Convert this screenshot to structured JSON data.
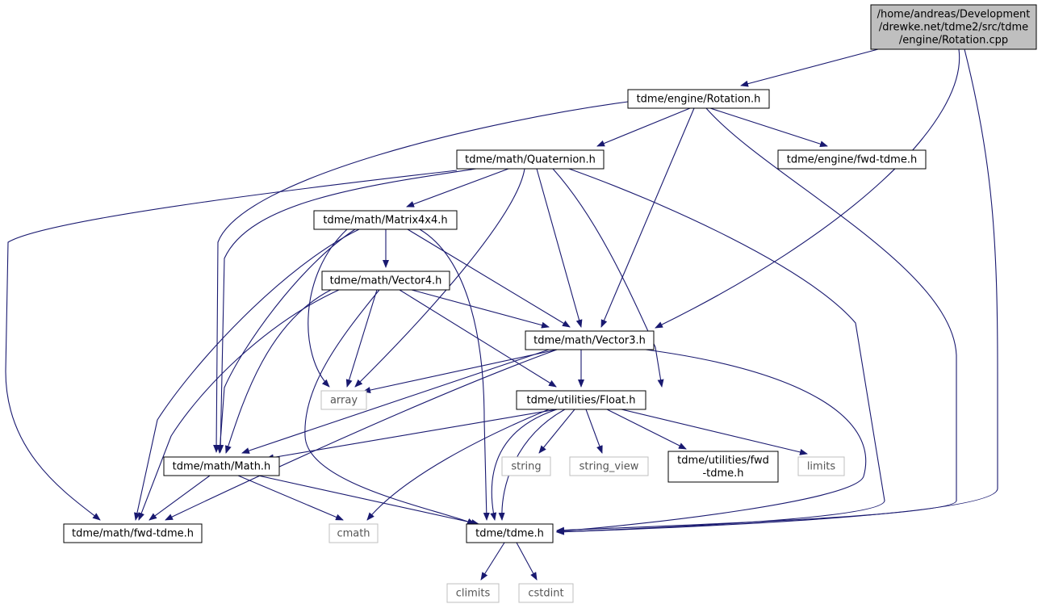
{
  "colors": {
    "edge": "#191970",
    "node_border": "#000000",
    "node_gray_border": "#bfbfbf",
    "root_fill": "#bfbfbf",
    "text": "#000000",
    "gray_text": "#555555"
  },
  "nodes": {
    "root": [
      "/home/andreas/Development",
      "/drewke.net/tdme2/src/tdme",
      "/engine/Rotation.cpp"
    ],
    "rotation": [
      "tdme/engine/Rotation.h"
    ],
    "quaternion": [
      "tdme/math/Quaternion.h"
    ],
    "engine_fwd": [
      "tdme/engine/fwd-tdme.h"
    ],
    "matrix": [
      "tdme/math/Matrix4x4.h"
    ],
    "vector4": [
      "tdme/math/Vector4.h"
    ],
    "vector3": [
      "tdme/math/Vector3.h"
    ],
    "array": [
      "array"
    ],
    "float": [
      "tdme/utilities/Float.h"
    ],
    "math": [
      "tdme/math/Math.h"
    ],
    "string": [
      "string"
    ],
    "string_view": [
      "string_view"
    ],
    "util_fwd": [
      "tdme/utilities/fwd",
      "-tdme.h"
    ],
    "limits": [
      "limits"
    ],
    "math_fwd": [
      "tdme/math/fwd-tdme.h"
    ],
    "cmath": [
      "cmath"
    ],
    "tdme": [
      "tdme/tdme.h"
    ],
    "climits": [
      "climits"
    ],
    "cstdint": [
      "cstdint"
    ]
  }
}
